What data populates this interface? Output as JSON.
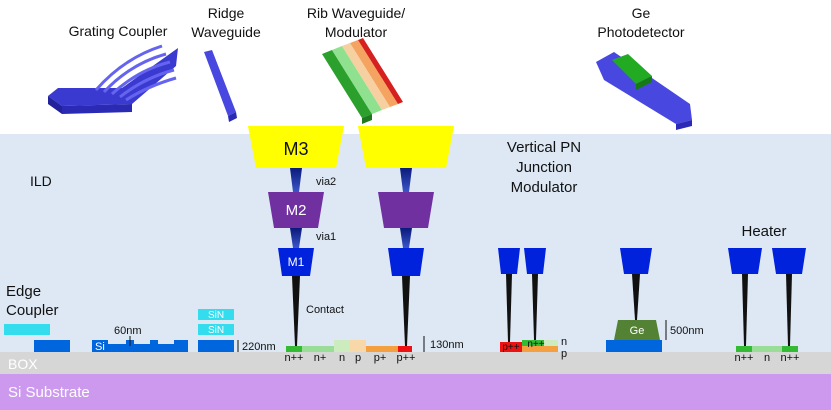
{
  "top_labels": {
    "grating": "Grating Coupler",
    "ridge_1": "Ridge",
    "ridge_2": "Waveguide",
    "rib_1": "Rib Waveguide/",
    "rib_2": "Modulator",
    "ge_1": "Ge",
    "ge_2": "Photodetector"
  },
  "layers": {
    "ild": "ILD",
    "box": "BOX",
    "substrate": "Si Substrate"
  },
  "metals": {
    "m3": "M3",
    "m2": "M2",
    "m1": "M1",
    "via2": "via2",
    "via1": "via1",
    "contact": "Contact"
  },
  "devices": {
    "edge_1": "Edge",
    "edge_2": "Coupler",
    "si": "Si",
    "sin_1": "SiN",
    "sin_2": "SiN",
    "vpn_1": "Vertical PN",
    "vpn_2": "Junction",
    "vpn_3": "Modulator",
    "ge": "Ge",
    "heater": "Heater"
  },
  "dimensions": {
    "d60": "60nm",
    "d220": "220nm",
    "d130": "130nm",
    "d500": "500nm"
  },
  "doping": {
    "rib_npp": "n++",
    "rib_np": "n+",
    "rib_n": "n",
    "rib_p": "p",
    "rib_pp": "p+",
    "rib_ppp": "p++",
    "vpn_ppp": "p++",
    "vpn_npp": "n++",
    "vpn_n": "n",
    "vpn_p": "p",
    "ht_npp1": "n++",
    "ht_n": "n",
    "ht_npp2": "n++"
  },
  "colors": {
    "ild": "#dde8f4",
    "box": "#d6d6d6",
    "substrate": "#cc99ee",
    "metal3": "#ffff00",
    "metal2": "#7030a0",
    "metal1": "#0022dd",
    "silicon": "#0066dd",
    "sin": "#33ddee",
    "germanium": "#548235",
    "contact": "#111111"
  }
}
